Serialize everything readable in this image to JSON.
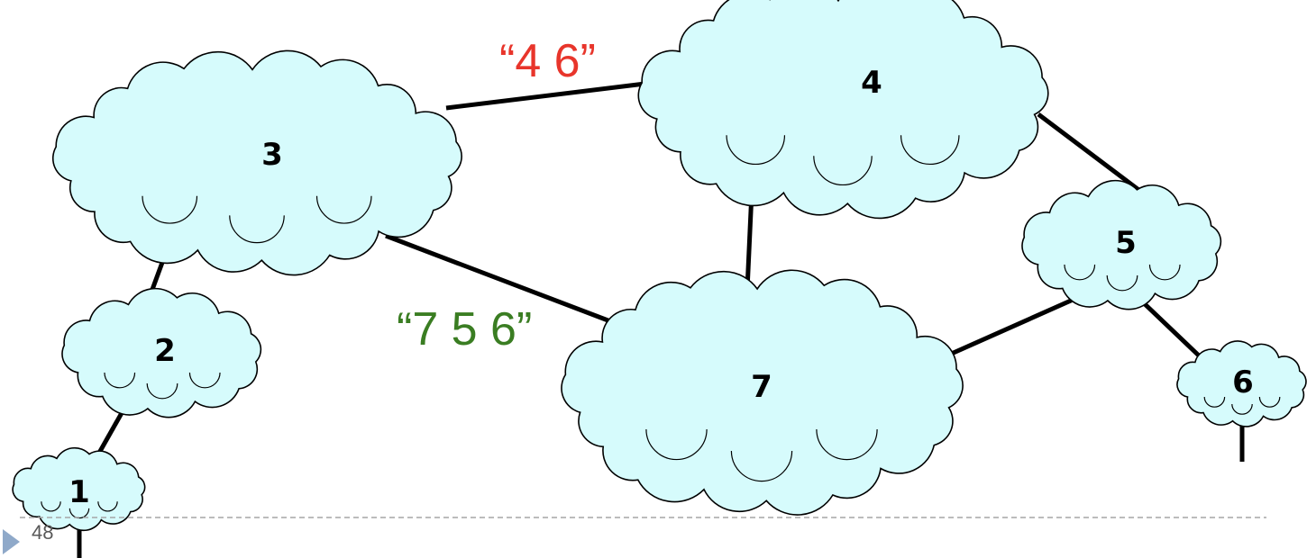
{
  "nodes": [
    {
      "id": "1",
      "label": "1"
    },
    {
      "id": "2",
      "label": "2"
    },
    {
      "id": "3",
      "label": "3"
    },
    {
      "id": "4",
      "label": "4"
    },
    {
      "id": "5",
      "label": "5"
    },
    {
      "id": "6",
      "label": "6"
    },
    {
      "id": "7",
      "label": "7"
    }
  ],
  "edges": [
    {
      "from": "3",
      "to": "4"
    },
    {
      "from": "3",
      "to": "2"
    },
    {
      "from": "3",
      "to": "7"
    },
    {
      "from": "2",
      "to": "1"
    },
    {
      "from": "4",
      "to": "7"
    },
    {
      "from": "4",
      "to": "5"
    },
    {
      "from": "5",
      "to": "7"
    },
    {
      "from": "5",
      "to": "6"
    }
  ],
  "path_labels": [
    {
      "text": "“4 6”",
      "color": "#e8352b"
    },
    {
      "text": "“7 5 6”",
      "color": "#3a7d22"
    }
  ],
  "slide": {
    "number": "48"
  },
  "colors": {
    "cloud_fill": "#d6fbfc",
    "outline": "#000000",
    "footer_line": "#a6a6a6",
    "footer_marker": "#8fa9c9"
  }
}
